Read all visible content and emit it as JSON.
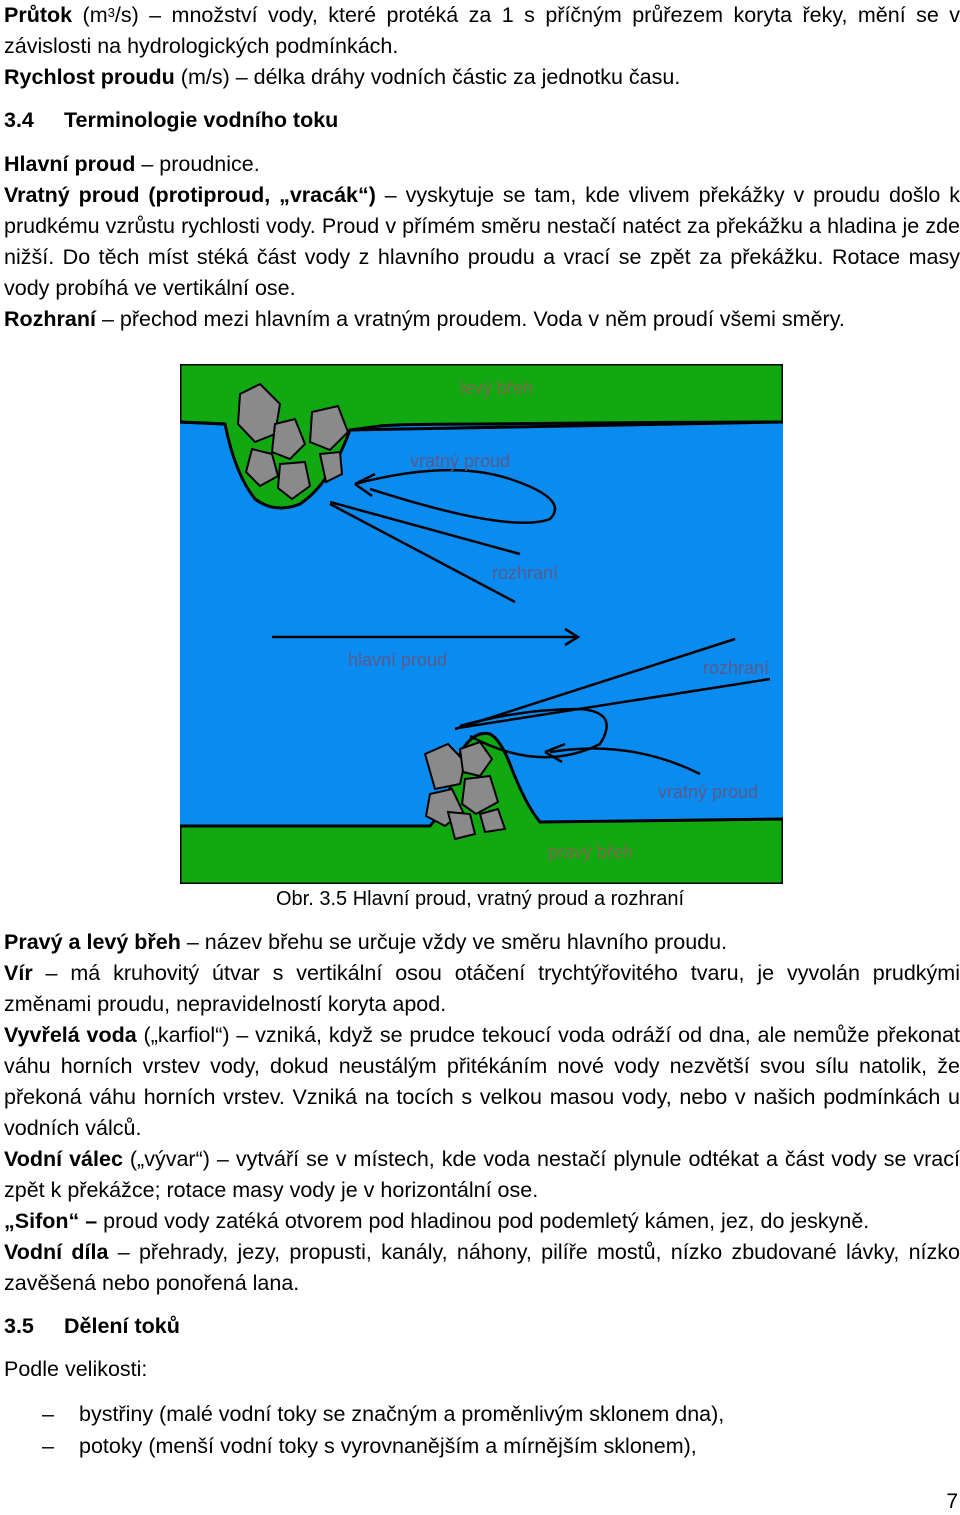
{
  "top": {
    "prutok_term": "Průtok",
    "prutok_unit_pre": " (m",
    "prutok_unit_sup": "3",
    "prutok_unit_post": "/s)",
    "prutok_text": " – množství vody, které protéká za 1 s příčným průřezem koryta řeky, mění se v závislosti na hydrologických podmínkách.",
    "rychlost_term": "Rychlost proudu",
    "rychlost_text": " (m/s) – délka dráhy vodních částic za jednotku času."
  },
  "section34": {
    "number": "3.4",
    "title": "Terminologie vodního toku"
  },
  "terms1": {
    "hlavni_term": "Hlavní proud",
    "hlavni_text": " – proudnice.",
    "vratny_term": "Vratný proud (protiproud, „vracák“)",
    "vratny_text": " – vyskytuje se tam, kde vlivem překážky v proudu došlo k prudkému vzrůstu rychlosti vody. Proud v přímém směru nestačí natéct za překážku a hladina je zde nižší. Do těch míst stéká část vody z hlavního proudu a vrací se zpět za překážku. Rotace masy vody probíhá ve vertikální ose.",
    "rozhrani_term": "Rozhraní",
    "rozhrani_text": " – přechod mezi hlavním a vratným proudem. Voda v něm proudí všemi směry."
  },
  "figure": {
    "labels": {
      "levy_breh": "levý břeh",
      "vratny_proud_top": "vratný proud",
      "rozhrani_top": "rozhraní",
      "hlavni_proud": "hlavní proud",
      "rozhrani_bottom": "rozhraní",
      "vratny_proud_bottom": "vratný proud",
      "pravy_breh": "pravý břeh"
    },
    "colors": {
      "water": "#0a8bf0",
      "bank": "#12a812",
      "rock": "#8a8a8a",
      "line": "#000000"
    },
    "caption": "Obr. 3.5 Hlavní proud, vratný proud a rozhraní"
  },
  "terms2": {
    "pravy_term": "Pravý a levý břeh",
    "pravy_text": " – název břehu se určuje vždy ve směru hlavního proudu.",
    "vir_term": "Vír",
    "vir_text": " – má kruhovitý útvar s vertikální osou otáčení trychtýřovitého tvaru, je vyvolán prudkými změnami proudu, nepravidelností koryta apod.",
    "vyvrela_term": "Vyvřelá voda",
    "vyvrela_text": " („karfiol“) – vzniká, když se prudce tekoucí voda odráží od dna, ale nemůže překonat váhu horních vrstev vody, dokud neustálým přitékáním nové vody nezvětší svou sílu natolik, že překoná váhu horních vrstev. Vzniká na tocích s velkou masou vody, nebo v našich podmínkách u vodních válců.",
    "valec_term": "Vodní válec",
    "valec_text": " („vývar“) – vytváří se v místech, kde voda nestačí plynule odtékat a část vody se vrací zpět k překážce; rotace masy vody je v horizontální ose.",
    "sifon_term": "„Sifon“ –",
    "sifon_text": " proud vody zatéká otvorem pod hladinou pod podemletý kámen, jez, do jeskyně.",
    "dila_term": "Vodní díla",
    "dila_text": " – přehrady, jezy, propusti, kanály, náhony, pilíře mostů, nízko zbudované lávky, nízko zavěšená nebo ponořená lana."
  },
  "section35": {
    "number": "3.5",
    "title": "Dělení toků",
    "intro": "Podle velikosti:",
    "bullet_symbol": "–",
    "items": [
      "bystřiny (malé vodní toky se značným a proměnlivým sklonem dna),",
      "potoky (menší vodní toky s vyrovnanějším a mírnějším sklonem),"
    ]
  },
  "page_number": "7"
}
